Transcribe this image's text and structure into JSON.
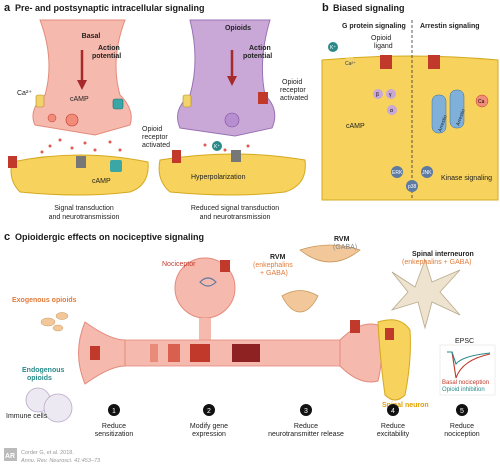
{
  "panel_a": {
    "letter": "a",
    "title": "Pre- and postsynaptic intracellular signaling",
    "basal": {
      "heading": "Basal",
      "action_potential": [
        "Action",
        "potential"
      ],
      "camp_pre": "cAMP",
      "camp_post": "cAMP",
      "ca_ion": "Ca²⁺",
      "caption": [
        "Signal transduction",
        "and neurotransmission"
      ]
    },
    "opioids": {
      "heading": "Opioids",
      "action_potential": [
        "Action",
        "potential"
      ],
      "receptor_pre": [
        "Opioid",
        "receptor",
        "activated"
      ],
      "receptor_post": [
        "Opioid",
        "receptor",
        "activated"
      ],
      "k_ion": "K⁺",
      "hyperpolarization": "Hyperpolarization",
      "caption": [
        "Reduced signal transduction",
        "and neurotransmission"
      ]
    }
  },
  "panel_b": {
    "letter": "b",
    "title": "Biased signaling",
    "g_protein": "G protein signaling",
    "arrestin": "Arrestin signaling",
    "opioid_ligand": [
      "Opioid",
      "ligand"
    ],
    "k_ion": "K⁺",
    "ca_ion": "Ca²⁺",
    "camp": "cAMP",
    "beta": "β",
    "gamma": "γ",
    "alpha": "α",
    "arrestin_pill_1": "Arrestin",
    "arrestin_pill_2": "Arrestin",
    "ca_inner": "Ca",
    "erk": "ERK",
    "jnk": "JNK",
    "p38": "p38",
    "kinase": "Kinase signaling"
  },
  "panel_c": {
    "letter": "c",
    "title": "Opioidergic effects on nociceptive signaling",
    "nociceptor": "Nociceptor",
    "exogenous": [
      "Exogenous opioids"
    ],
    "endogenous": [
      "Endogenous",
      "opioids"
    ],
    "immune": "Immune cells",
    "rvm_top": {
      "name": "RVM",
      "sub": "(GABA)"
    },
    "rvm_left": {
      "name": "RVM",
      "sub1": "(enkephalins",
      "sub2": "+ GABA)"
    },
    "spinal_interneuron": {
      "name": "Spinal interneuron",
      "sub": "(enkephalins + GABA)"
    },
    "epsc": "EPSC",
    "basal_noci": "Basal nociception",
    "opioid_inhib": "Opioid inhibition",
    "spinal_neuron": "Spinal neuron",
    "steps": [
      {
        "num": "1",
        "lines": [
          "Reduce",
          "sensitization"
        ]
      },
      {
        "num": "2",
        "lines": [
          "Modify gene",
          "expression"
        ]
      },
      {
        "num": "3",
        "lines": [
          "Reduce",
          "neurotransmitter release"
        ]
      },
      {
        "num": "4",
        "lines": [
          "Reduce",
          "excitability"
        ]
      },
      {
        "num": "5",
        "lines": [
          "Reduce",
          "nociception"
        ]
      }
    ]
  },
  "footer": {
    "logo": "AR",
    "cite1": "Corder G, et al. 2018.",
    "cite2": "Annu. Rev. Neurosci. 41:453–73"
  },
  "colors": {
    "pink_neuron": "#f6b9ad",
    "purple_neuron": "#c9a8d8",
    "yellow_cell": "#f7d25c",
    "receptor": "#d9534f",
    "channel_teal": "#3aa6a6",
    "red_text": "#c0392b",
    "orange_text": "#e07b39",
    "teal_text": "#2a8a8a",
    "tan_neuron": "#f2c89a"
  }
}
